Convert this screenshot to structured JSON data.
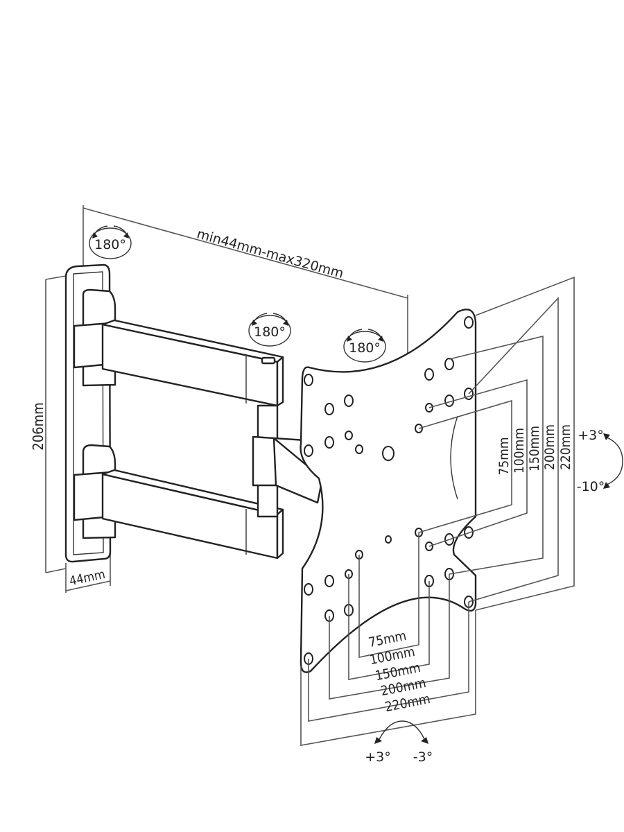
{
  "dimensions": {
    "arm_extension": "min44mm-max320mm",
    "wall_plate_height": "206mm",
    "wall_plate_depth": "44mm"
  },
  "rotation_badges": [
    "180°",
    "180°",
    "180°"
  ],
  "vesa_vertical": [
    "75mm",
    "100mm",
    "150mm",
    "200mm",
    "220mm"
  ],
  "vesa_horizontal": [
    "75mm",
    "100mm",
    "150mm",
    "200mm",
    "220mm"
  ],
  "tilt": {
    "up": "+3°",
    "down": "-10°"
  },
  "swivel": {
    "left": "+3°",
    "right": "-3°"
  }
}
